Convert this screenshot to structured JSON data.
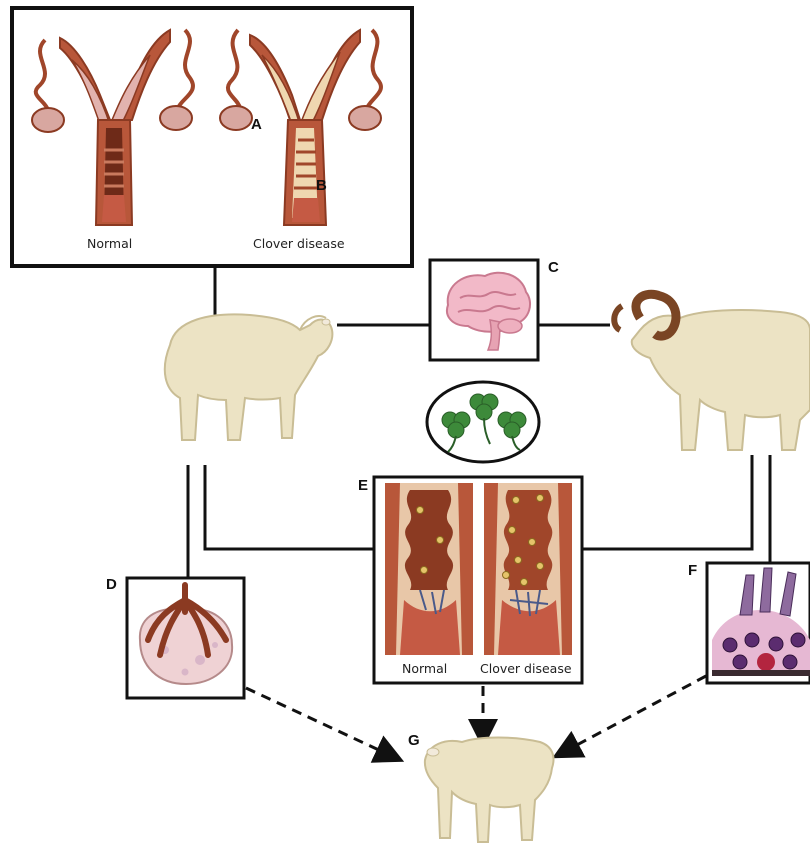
{
  "labels": {
    "a": "A",
    "b": "B",
    "c": "C",
    "d": "D",
    "e": "E",
    "f": "F",
    "g": "G"
  },
  "captions": {
    "uterus_normal": "Normal",
    "uterus_clover": "Clover disease",
    "cervix_normal": "Normal",
    "cervix_clover": "Clover disease"
  },
  "colors": {
    "tissue_dark": "#8b3a22",
    "tissue_mid": "#b8573a",
    "tissue_light": "#e8c7a8",
    "tissue_pink": "#d9a3a3",
    "sheep_wool": "#ece3c4",
    "sheep_shadow": "#c9bd95",
    "horn": "#7a4524",
    "brain_pink": "#f2b9c8",
    "clover_green": "#3d8a3a",
    "cell_purple": "#5b2c6f",
    "line": "#111111"
  }
}
